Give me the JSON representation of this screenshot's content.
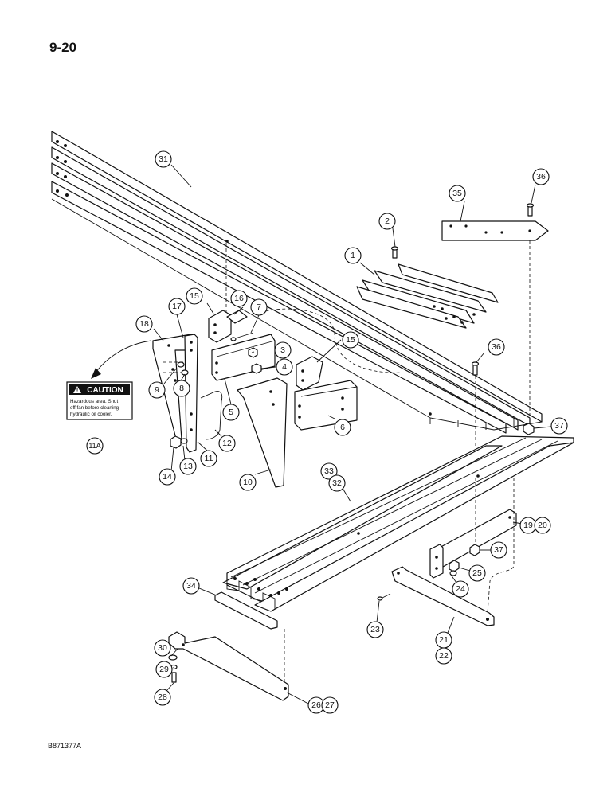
{
  "page": {
    "number": "9-20",
    "figure_code": "B871377A"
  },
  "decal": {
    "heading": "CAUTION",
    "lines": [
      "Hazardous area. Shut",
      "off fan before cleaning",
      "hydraulic oil cooler."
    ],
    "callout": "11A"
  },
  "callouts": [
    "1",
    "2",
    "3",
    "4",
    "5",
    "6",
    "7",
    "8",
    "9",
    "10",
    "11",
    "12",
    "13",
    "14",
    "15",
    "15",
    "16",
    "17",
    "18",
    "19",
    "20",
    "21",
    "22",
    "23",
    "24",
    "25",
    "26",
    "27",
    "28",
    "29",
    "30",
    "31",
    "32",
    "33",
    "34",
    "35",
    "36",
    "36",
    "37",
    "37"
  ]
}
